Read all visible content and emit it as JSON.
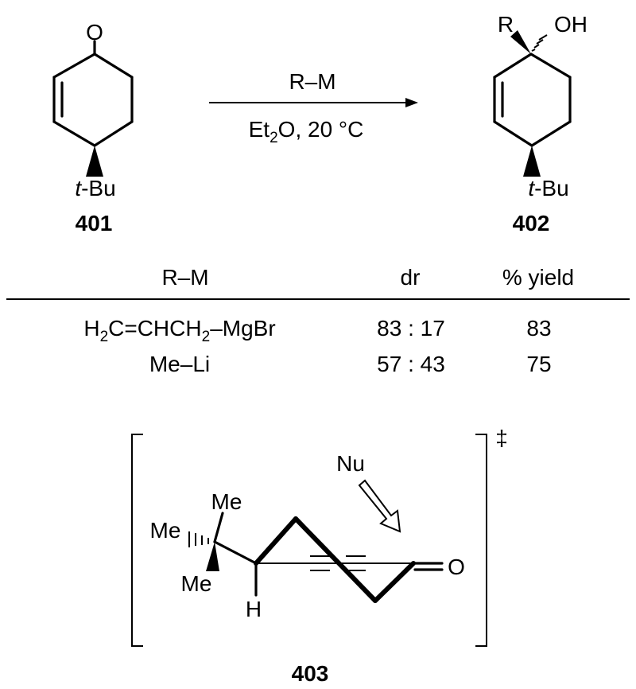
{
  "reaction": {
    "reagent": "R–M",
    "conditions_pre": "Et",
    "conditions_sub": "2",
    "conditions_post": "O, 20 °C"
  },
  "compound_401": {
    "number": "401",
    "carbonyl_o": "O",
    "substituent_italic": "t",
    "substituent_rest": "-Bu"
  },
  "compound_402": {
    "number": "402",
    "r_label": "R",
    "oh_label": "OH",
    "substituent_italic": "t",
    "substituent_rest": "-Bu"
  },
  "table": {
    "headers": {
      "reagent": "R–M",
      "dr": "dr",
      "yield": "% yield"
    },
    "rows": [
      {
        "reagent_parts": [
          "H",
          "2",
          "C=CHCH",
          "2",
          "–MgBr"
        ],
        "dr": "83 : 17",
        "yield": "83"
      },
      {
        "reagent": "Me–Li",
        "dr": "57 : 43",
        "yield": "75"
      }
    ]
  },
  "compound_403": {
    "number": "403",
    "double_dagger": "‡",
    "nu_label": "Nu",
    "me_top": "Me",
    "me_left": "Me",
    "me_bottom": "Me",
    "h_label": "H",
    "o_label": "O"
  }
}
